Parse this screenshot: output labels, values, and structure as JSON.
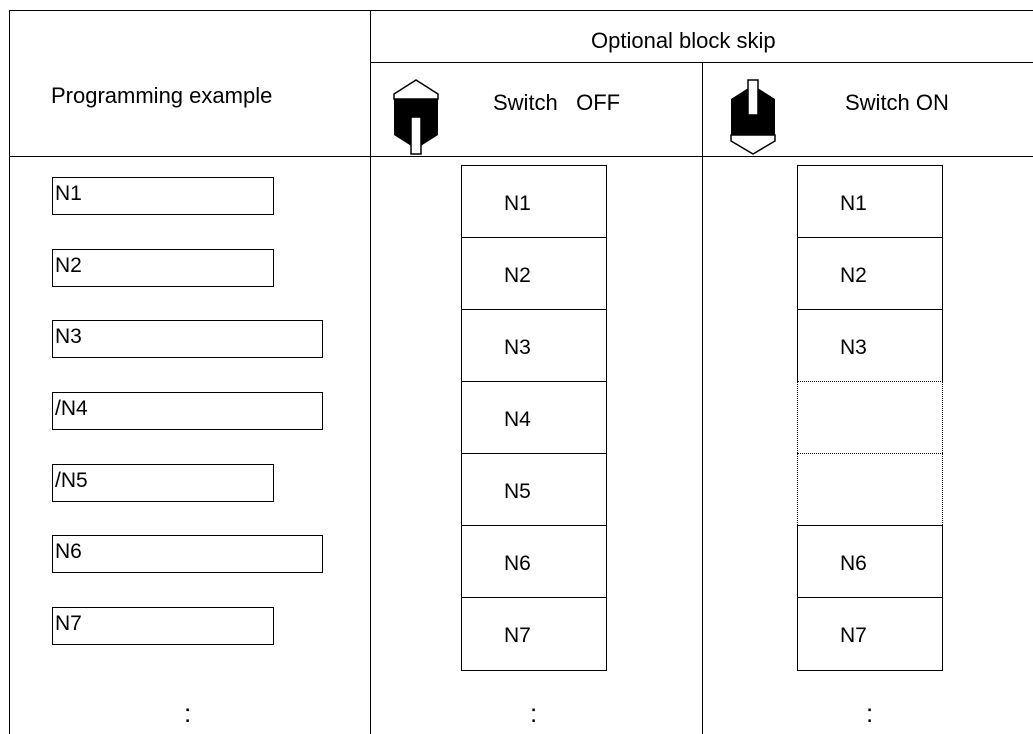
{
  "table": {
    "header": {
      "group_title": "Optional block skip",
      "left_title": "Programming example",
      "switch_off_label": "Switch   OFF",
      "switch_on_label": "Switch ON",
      "switch_off_icon": "toggle-switch-off-icon",
      "switch_on_icon": "toggle-switch-on-icon"
    },
    "program_lines": [
      "N1",
      "N2",
      "N3",
      "/N4",
      "/N5",
      "N6",
      "N7"
    ],
    "switch_off_blocks": [
      {
        "label": "N1",
        "executed": true
      },
      {
        "label": "N2",
        "executed": true
      },
      {
        "label": "N3",
        "executed": true
      },
      {
        "label": "N4",
        "executed": true
      },
      {
        "label": "N5",
        "executed": true
      },
      {
        "label": "N6",
        "executed": true
      },
      {
        "label": "N7",
        "executed": true
      }
    ],
    "switch_on_blocks": [
      {
        "label": "N1",
        "executed": true
      },
      {
        "label": "N2",
        "executed": true
      },
      {
        "label": "N3",
        "executed": true
      },
      {
        "label": "",
        "executed": false
      },
      {
        "label": "",
        "executed": false
      },
      {
        "label": "N6",
        "executed": true
      },
      {
        "label": "N7",
        "executed": true
      }
    ],
    "continuation_mark": ":"
  }
}
